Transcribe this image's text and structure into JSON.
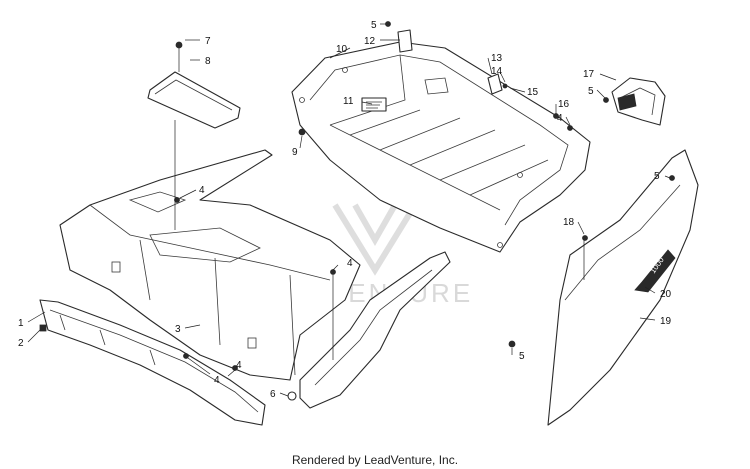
{
  "watermark": "LEADVENTURE",
  "footer": "Rendered by LeadVenture, Inc.",
  "decal_text": "1000",
  "callouts": [
    "1",
    "2",
    "3",
    "4",
    "4",
    "4",
    "4",
    "4",
    "5",
    "5",
    "5",
    "5",
    "6",
    "7",
    "8",
    "9",
    "10",
    "11",
    "12",
    "13",
    "14",
    "15",
    "16",
    "17",
    "18",
    "19",
    "20"
  ]
}
